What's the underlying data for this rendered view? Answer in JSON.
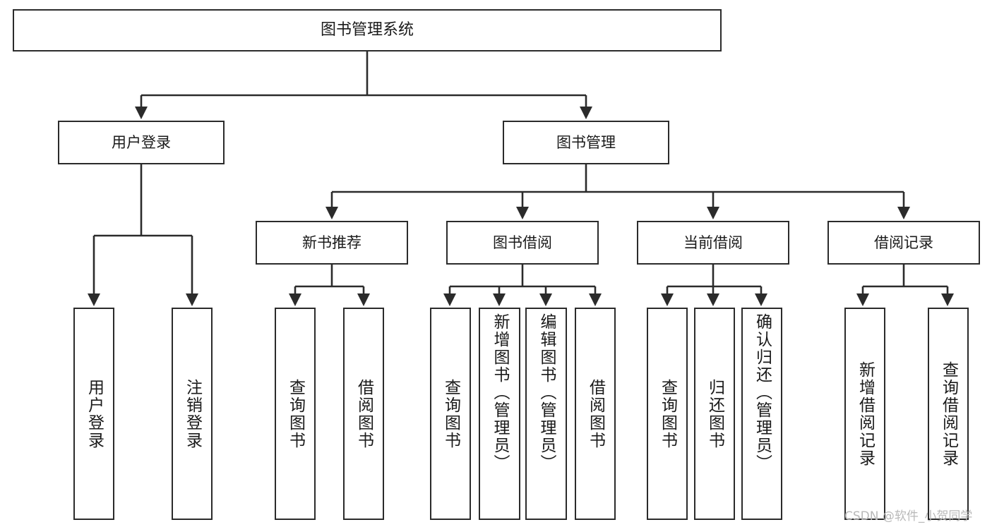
{
  "diagram": {
    "title": "图书管理系统",
    "type": "tree",
    "colors": {
      "box_border": "#2b2b2b",
      "box_fill": "#ffffff",
      "edge": "#2b2b2b",
      "text": "#1a1a1a",
      "watermark": "#b9b9b9",
      "background": "#ffffff"
    },
    "watermark": "CSDN @软件_小贺同学",
    "nodes": {
      "root": {
        "label": "图书管理系统",
        "level": 0
      },
      "user_login": {
        "label": "用户登录",
        "level": 1
      },
      "book_mgmt": {
        "label": "图书管理",
        "level": 1
      },
      "new_book_rec": {
        "label": "新书推荐",
        "level": 2
      },
      "book_borrow": {
        "label": "图书借阅",
        "level": 2
      },
      "current_borrow": {
        "label": "当前借阅",
        "level": 2
      },
      "borrow_record": {
        "label": "借阅记录",
        "level": 2
      },
      "leaf_user_login": {
        "label": "用户登录",
        "level": 3
      },
      "leaf_logout": {
        "label": "注销登录",
        "level": 3
      },
      "leaf_query_book_1": {
        "label": "查询图书",
        "level": 3
      },
      "leaf_borrow_book_1": {
        "label": "借阅图书",
        "level": 3
      },
      "leaf_query_book_2": {
        "label": "查询图书",
        "level": 3
      },
      "leaf_add_book": {
        "label": "新增图书（管理员）",
        "level": 3
      },
      "leaf_edit_book": {
        "label": "编辑图书（管理员）",
        "level": 3
      },
      "leaf_borrow_book_2": {
        "label": "借阅图书",
        "level": 3
      },
      "leaf_query_book_3": {
        "label": "查询图书",
        "level": 3
      },
      "leaf_return_book": {
        "label": "归还图书",
        "level": 3
      },
      "leaf_confirm_return": {
        "label": "确认归还（管理员）",
        "level": 3
      },
      "leaf_add_record": {
        "label": "新增借阅记录",
        "level": 3
      },
      "leaf_query_record": {
        "label": "查询借阅记录",
        "level": 3
      }
    },
    "edges": [
      {
        "from": "root",
        "to": "user_login"
      },
      {
        "from": "root",
        "to": "book_mgmt"
      },
      {
        "from": "book_mgmt",
        "to": "new_book_rec"
      },
      {
        "from": "book_mgmt",
        "to": "book_borrow"
      },
      {
        "from": "book_mgmt",
        "to": "current_borrow"
      },
      {
        "from": "book_mgmt",
        "to": "borrow_record"
      },
      {
        "from": "user_login",
        "to": "leaf_user_login"
      },
      {
        "from": "user_login",
        "to": "leaf_logout"
      },
      {
        "from": "new_book_rec",
        "to": "leaf_query_book_1"
      },
      {
        "from": "new_book_rec",
        "to": "leaf_borrow_book_1"
      },
      {
        "from": "book_borrow",
        "to": "leaf_query_book_2"
      },
      {
        "from": "book_borrow",
        "to": "leaf_add_book"
      },
      {
        "from": "book_borrow",
        "to": "leaf_edit_book"
      },
      {
        "from": "book_borrow",
        "to": "leaf_borrow_book_2"
      },
      {
        "from": "current_borrow",
        "to": "leaf_query_book_3"
      },
      {
        "from": "current_borrow",
        "to": "leaf_return_book"
      },
      {
        "from": "current_borrow",
        "to": "leaf_confirm_return"
      },
      {
        "from": "borrow_record",
        "to": "leaf_add_record"
      },
      {
        "from": "borrow_record",
        "to": "leaf_query_record"
      }
    ]
  }
}
